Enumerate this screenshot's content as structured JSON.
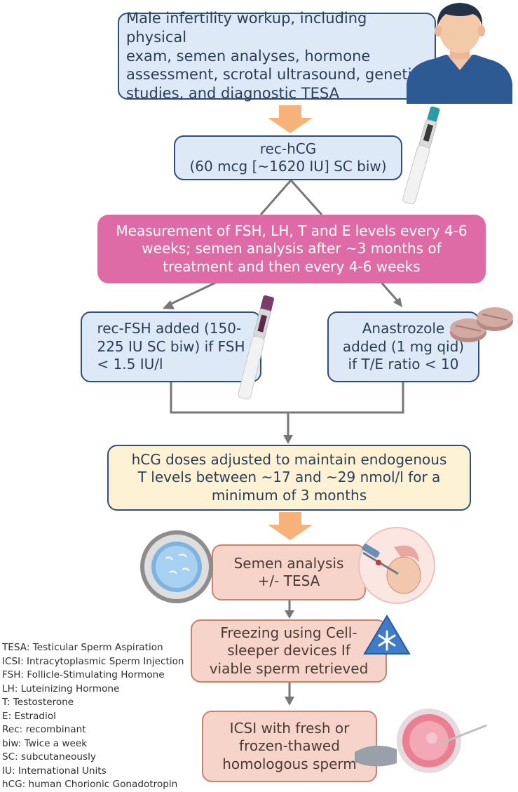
{
  "boxes": {
    "workup": "Male infertility workup, including physical\nexam, semen analyses, hormone\nassessment, scrotal ultrasound, genetic\nstudies, and diagnostic TESA",
    "rec_hcg": "rec-hCG\n(60 mcg [~1620 IU] SC biw)",
    "measurement": "Measurement of FSH, LH, T and E levels every 4-6\nweeks; semen analysis after ~3 months of\ntreatment and then every 4-6 weeks",
    "rec_fsh": "rec-FSH added (150-\n225 IU SC biw) if FSH\n< 1.5 IU/l",
    "anastrozole": "Anastrozole\nadded (1 mg qid)\nif T/E ratio < 10",
    "hcg_doses": "hCG doses adjusted to maintain endogenous\nT levels between ~17 and ~29 nmol/l for a\nminimum of 3 months",
    "semen_analysis": "Semen analysis\n+/- TESA",
    "freezing": "Freezing using Cell-\nsleeper devices If\nviable sperm retrieved",
    "icsi": "ICSI with fresh or\nfrozen-thawed\nhomologous sperm"
  },
  "abbreviations": [
    "TESA: Testicular Sperm Aspiration",
    "ICSI: Intracytoplasmic Sperm Injection",
    "FSH: Follicle-Stimulating Hormone",
    "LH: Luteinizing Hormone",
    "T: Testosterone",
    "E: Estradiol",
    "Rec: recombinant",
    "biw: Twice a week",
    "SC: subcutaneously",
    "IU: International Units",
    "hCG: human Chorionic Gonadotropin"
  ],
  "colors": {
    "blue_fill": "#dde9f6",
    "border_navy": "#2f4f78",
    "pink_fill": "#de6aa6",
    "yellow_fill": "#fdf2d3",
    "salmon_fill": "#f6d4c9",
    "arrow_orange": "#f7b27a",
    "connector_gray": "#777777"
  },
  "icons": [
    "man-avatar-icon",
    "injection-pen-icon",
    "purple-injection-pen-icon",
    "pill-tablets-icon",
    "petri-dish-sperm-icon",
    "testis-aspiration-icon",
    "snowflake-warning-icon",
    "oocyte-injection-icon"
  ]
}
